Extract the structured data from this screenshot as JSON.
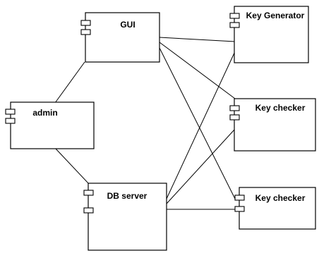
{
  "components": [
    {
      "id": "gui",
      "label": "GUI"
    },
    {
      "id": "keygen",
      "label": "Key Generator"
    },
    {
      "id": "admin",
      "label": "admin"
    },
    {
      "id": "checker1",
      "label": "Key checker"
    },
    {
      "id": "dbserver",
      "label": "DB server"
    },
    {
      "id": "checker2",
      "label": "Key checker"
    }
  ],
  "connections": [
    {
      "from": "gui",
      "to": "keygen"
    },
    {
      "from": "gui",
      "to": "checker1"
    },
    {
      "from": "gui",
      "to": "checker2"
    },
    {
      "from": "gui",
      "to": "admin"
    },
    {
      "from": "admin",
      "to": "dbserver"
    },
    {
      "from": "dbserver",
      "to": "keygen"
    },
    {
      "from": "dbserver",
      "to": "checker1"
    },
    {
      "from": "dbserver",
      "to": "checker2"
    }
  ]
}
